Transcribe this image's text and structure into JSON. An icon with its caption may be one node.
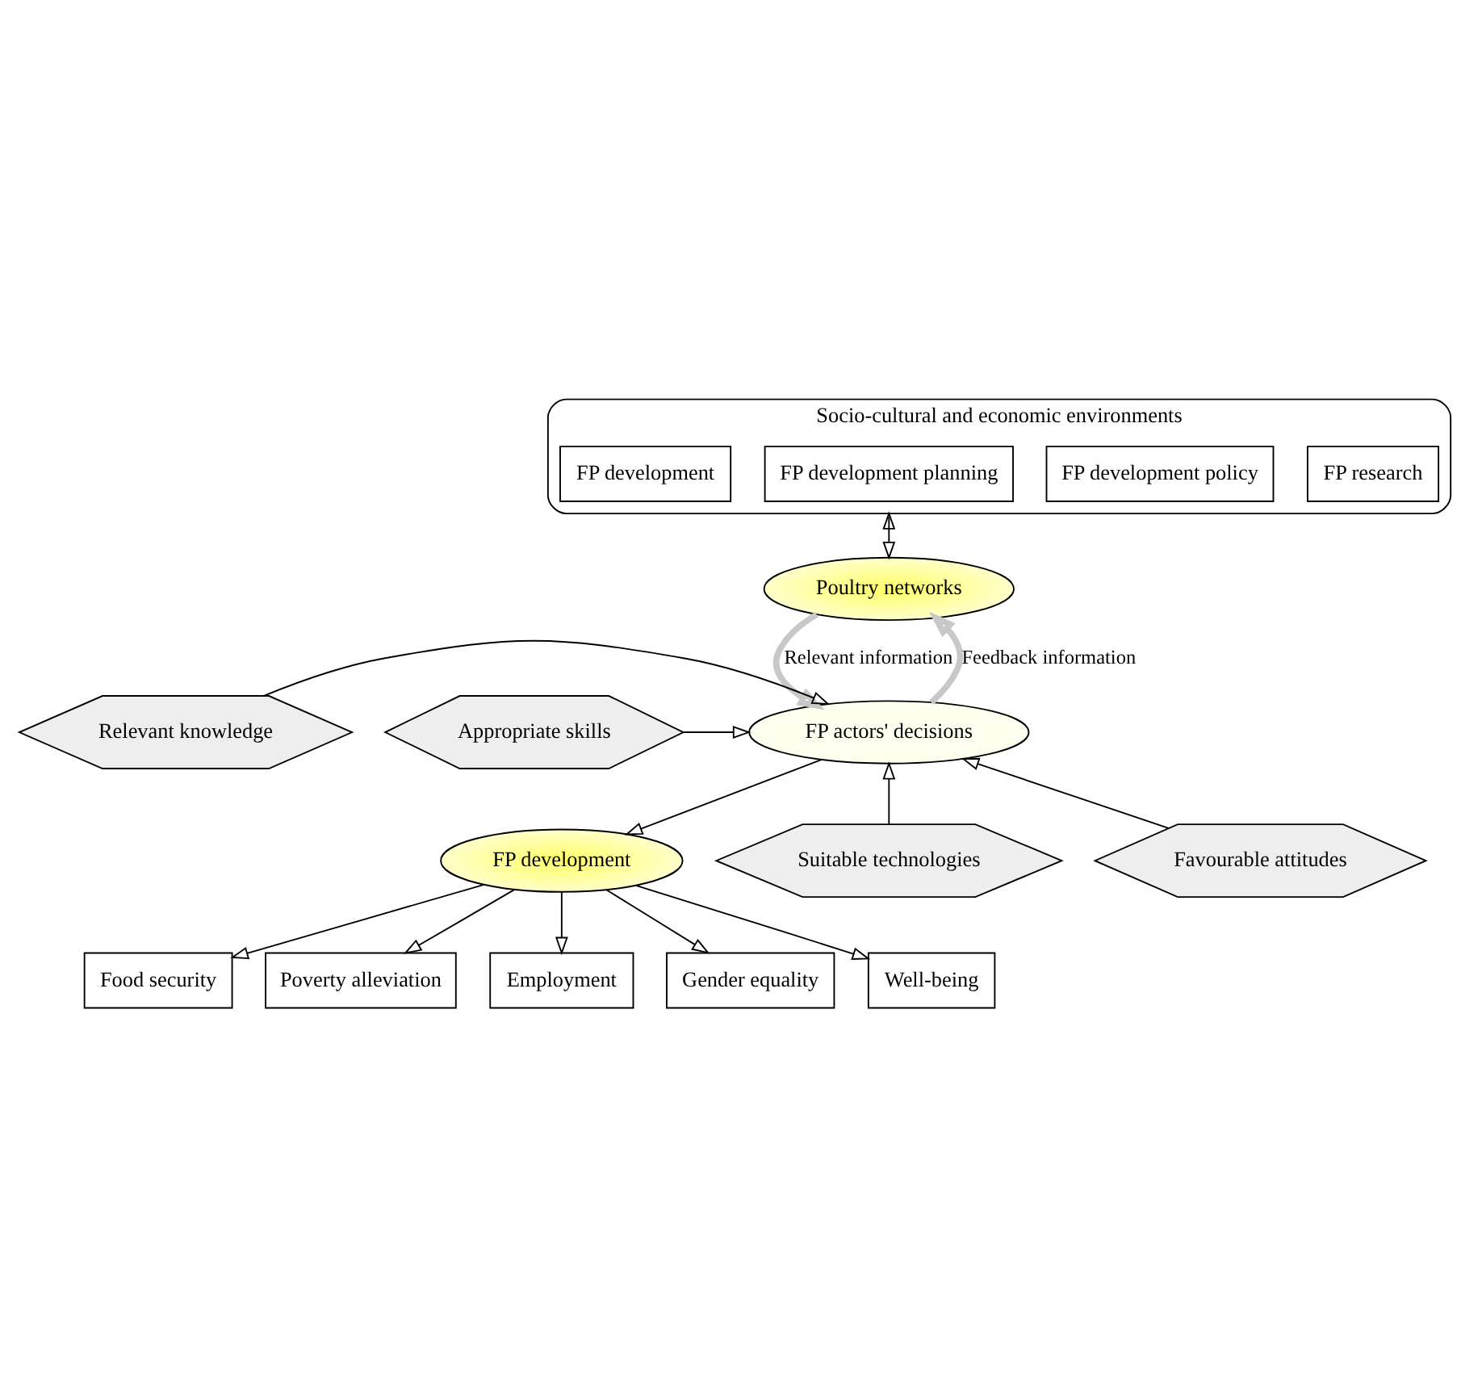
{
  "diagram": {
    "nodes": [
      {
        "text": [
          "Socio-cultural and economic environments"
        ]
      },
      {
        "text": [
          "FP research"
        ],
        "in": 0
      },
      {
        "text": [
          "FP development policy"
        ],
        "in": 0
      },
      {
        "text": [
          "FP development planning"
        ],
        "in": 0
      },
      {
        "text": [
          "FP development"
        ],
        "in": 0
      },
      {
        "text": [
          "Poultry networks"
        ]
      },
      {
        "text": [
          "FP actors' decisions"
        ]
      },
      {
        "text": [
          "Relevant knowledge"
        ]
      },
      {
        "text": [
          "Appropriate skills"
        ]
      },
      {
        "text": [
          "Suitable technologies"
        ]
      },
      {
        "text": [
          "Favourable attitudes"
        ]
      },
      {
        "text": [
          "FP development"
        ]
      },
      {
        "text": [
          "Food security"
        ]
      },
      {
        "text": [
          "Poverty alleviation"
        ]
      },
      {
        "text": [
          "Employment"
        ]
      },
      {
        "text": [
          "Gender equality"
        ]
      },
      {
        "text": [
          "Well-being"
        ]
      }
    ],
    "edges": [
      {
        "from": 0,
        "to": 5,
        "arrow": "both"
      },
      {
        "from": 5,
        "to": 6,
        "arrow": "to",
        "label": "Relevant information",
        "style": "thick",
        "color": "#c8c8c8"
      },
      {
        "from": 6,
        "to": 5,
        "arrow": "to",
        "label": "Feedback information",
        "style": "thick",
        "color": "#c8c8c8"
      },
      {
        "from": 7,
        "to": 6,
        "arrow": "to"
      },
      {
        "from": 8,
        "to": 6,
        "arrow": "to"
      },
      {
        "from": 9,
        "to": 6,
        "arrow": "to"
      },
      {
        "from": 10,
        "to": 6,
        "arrow": "to"
      },
      {
        "from": 6,
        "to": 11,
        "arrow": "to"
      },
      {
        "from": 11,
        "to": 12,
        "arrow": "to"
      },
      {
        "from": 11,
        "to": 13,
        "arrow": "to"
      },
      {
        "from": 11,
        "to": 14,
        "arrow": "to"
      },
      {
        "from": 11,
        "to": 15,
        "arrow": "to"
      },
      {
        "from": 11,
        "to": 16,
        "arrow": "to"
      }
    ]
  }
}
